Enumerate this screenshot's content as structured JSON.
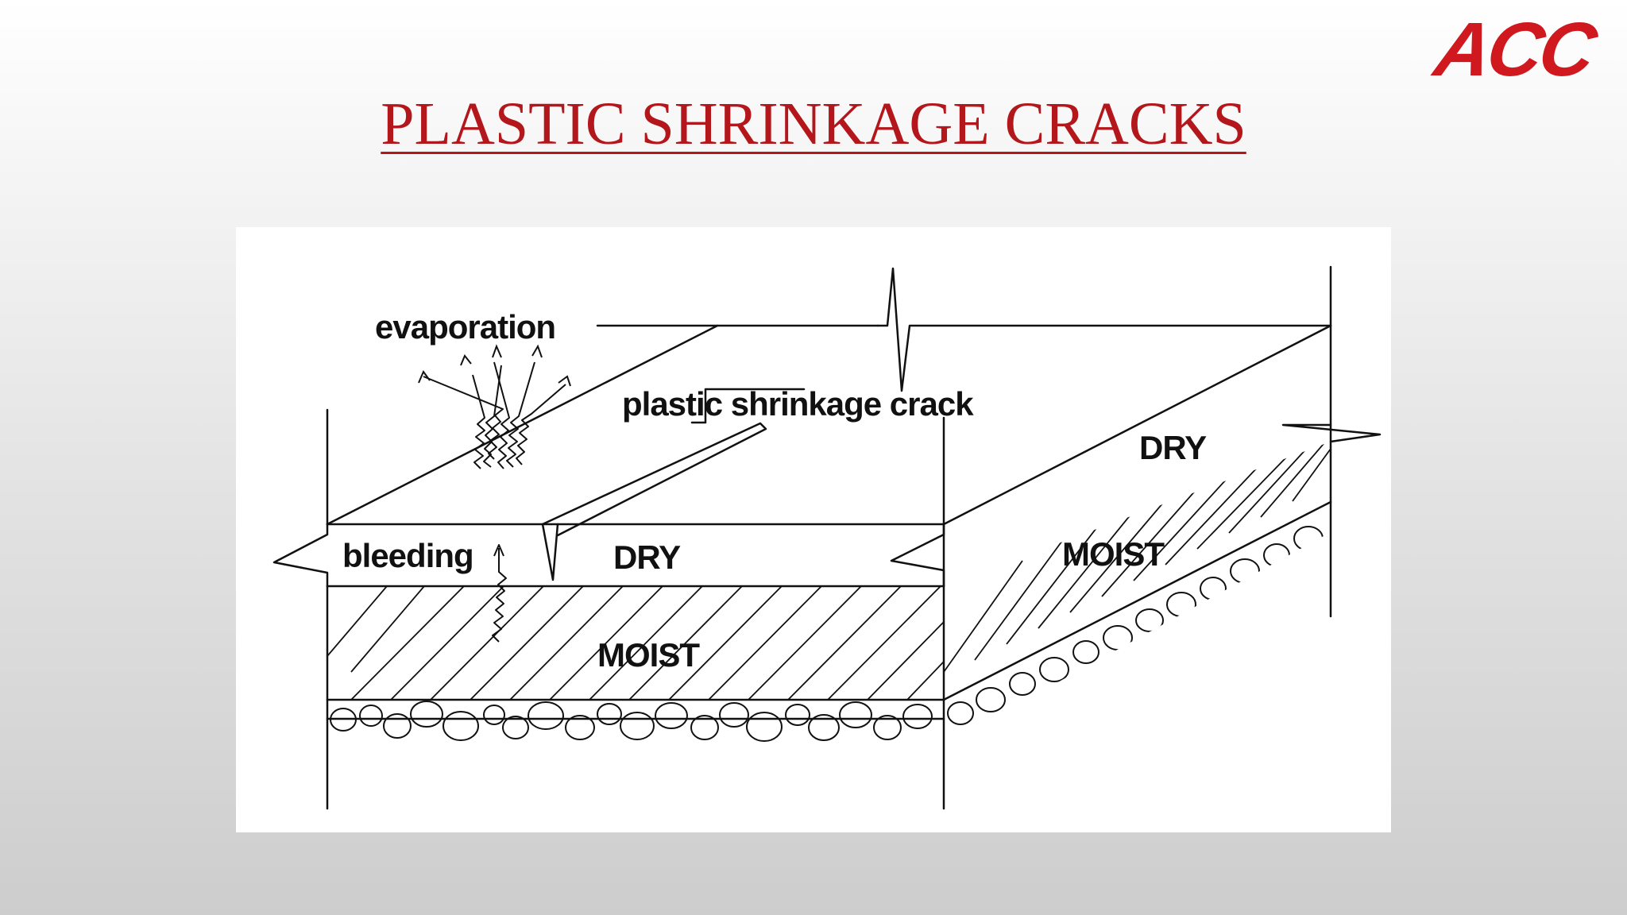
{
  "logo": {
    "text": "ACC",
    "color": "#d0191f"
  },
  "title": {
    "text": "PLASTIC SHRINKAGE CRACKS",
    "color": "#b3161b"
  },
  "diagram": {
    "labels": {
      "evaporation": "evaporation",
      "plastic_shrinkage_crack": "plastic shrinkage crack",
      "bleeding": "bleeding",
      "dry_front": "DRY",
      "moist_front": "MOIST",
      "dry_side": "DRY",
      "moist_side": "MOIST"
    }
  }
}
